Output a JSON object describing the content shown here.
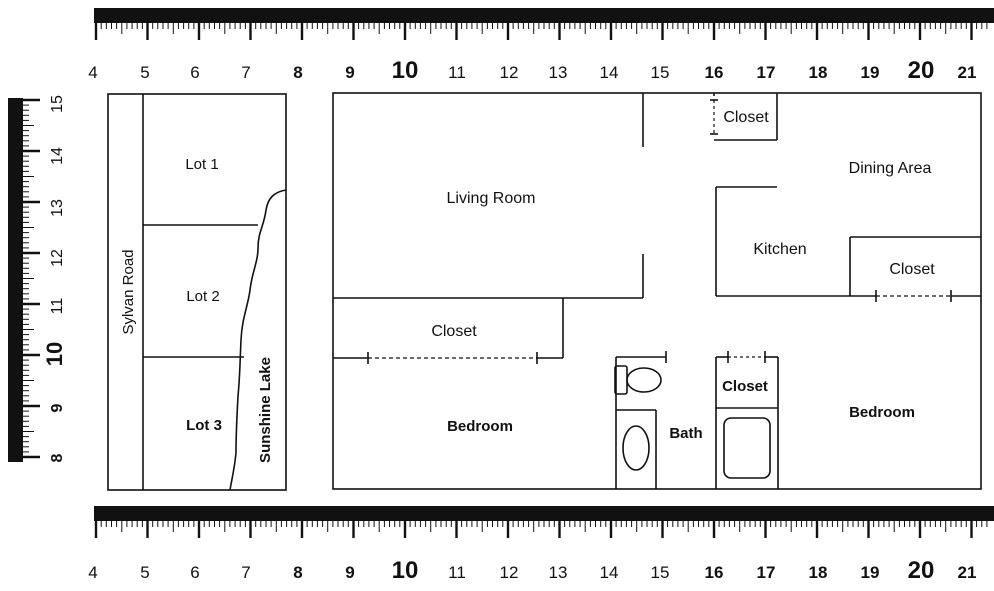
{
  "rulers": {
    "top_ticks": [
      "4",
      "5",
      "6",
      "7",
      "8",
      "9",
      "10",
      "11",
      "12",
      "13",
      "14",
      "15",
      "16",
      "17",
      "18",
      "19",
      "20",
      "21"
    ],
    "bottom_ticks": [
      "4",
      "5",
      "6",
      "7",
      "8",
      "9",
      "10",
      "11",
      "12",
      "13",
      "14",
      "15",
      "16",
      "17",
      "18",
      "19",
      "20",
      "21"
    ],
    "side_ticks": [
      "15",
      "14",
      "13",
      "12",
      "11",
      "10",
      "9",
      "8"
    ]
  },
  "map": {
    "road": "Sylvan Road",
    "lake": "Sunshine Lake",
    "lots": [
      "Lot 1",
      "Lot 2",
      "Lot 3"
    ]
  },
  "floor_plan": {
    "living_room": "Living Room",
    "closet_top": "Closet",
    "dining_area": "Dining Area",
    "kitchen": "Kitchen",
    "closet_right": "Closet",
    "closet_left": "Closet",
    "bedroom_left": "Bedroom",
    "bath": "Bath",
    "closet_small": "Closet",
    "bedroom_right": "Bedroom"
  },
  "colors": {
    "ink": "#111111",
    "paper": "#ffffff"
  }
}
